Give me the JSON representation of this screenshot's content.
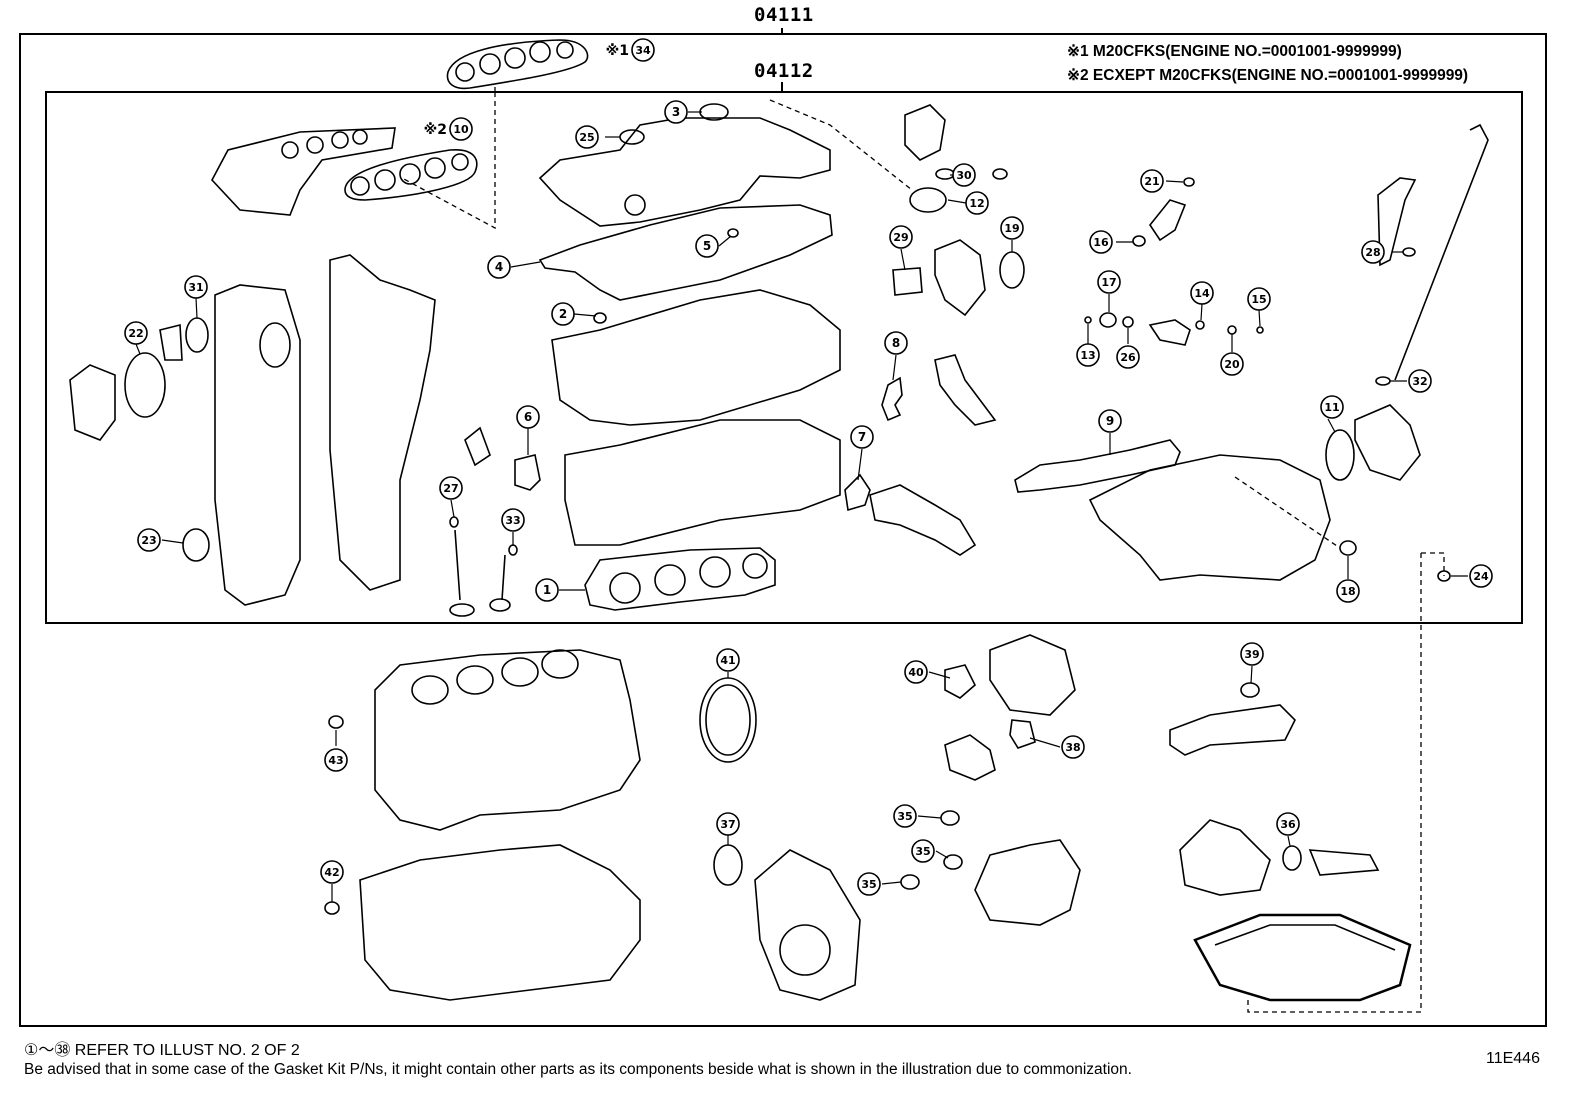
{
  "kits": {
    "outer": "04111",
    "inner": "04112"
  },
  "notes": [
    "※1 M20CFKS(ENGINE NO.=0001001-9999999)",
    "※2 ECXEPT M20CFKS(ENGINE NO.=0001001-9999999)"
  ],
  "callouts": [
    "1",
    "2",
    "3",
    "4",
    "5",
    "6",
    "7",
    "8",
    "9",
    "10",
    "11",
    "12",
    "13",
    "14",
    "15",
    "16",
    "17",
    "18",
    "19",
    "20",
    "21",
    "22",
    "23",
    "24",
    "25",
    "26",
    "27",
    "28",
    "29",
    "30",
    "31",
    "32",
    "33",
    "34",
    "35",
    "35",
    "35",
    "36",
    "37",
    "38",
    "39",
    "40",
    "41",
    "42",
    "43"
  ],
  "callout_marks": {
    "10": "※2",
    "34": "※1"
  },
  "footer": {
    "refer_text": "①〜㊳ REFER TO ILLUST NO. 2 OF 2",
    "disclaimer": "Be advised that in some case of the Gasket Kit P/Ns,  it might contain other parts as its components beside what is shown in the illustration due to commonization."
  },
  "figure_id": "11E446"
}
